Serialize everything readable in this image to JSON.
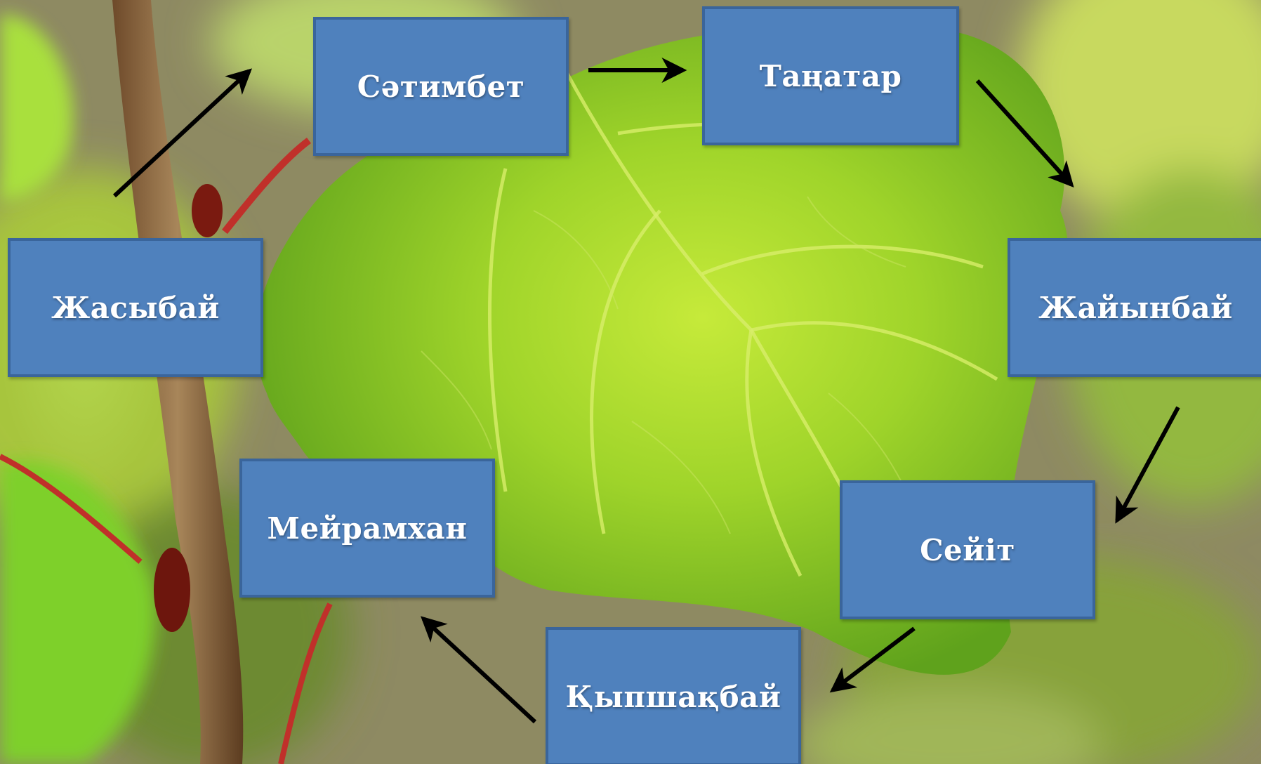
{
  "nodes": [
    {
      "id": "satimbet",
      "label": "Сәтимбет"
    },
    {
      "id": "tangatar",
      "label": "Таңатар"
    },
    {
      "id": "zhaiynbai",
      "label": "Жайынбай"
    },
    {
      "id": "seyit",
      "label": "Сейіт"
    },
    {
      "id": "kypshakbai",
      "label": "Қыпшақбай"
    },
    {
      "id": "meiramhan",
      "label": "Мейрамхан"
    },
    {
      "id": "zhasybai",
      "label": "Жасыбай"
    }
  ],
  "edges": [
    {
      "from": "satimbet",
      "to": "tangatar"
    },
    {
      "from": "tangatar",
      "to": "zhaiynbai"
    },
    {
      "from": "zhaiynbai",
      "to": "seyit"
    },
    {
      "from": "seyit",
      "to": "kypshakbai"
    },
    {
      "from": "kypshakbai",
      "to": "meiramhan"
    },
    {
      "from": "zhasybai",
      "to": "satimbet"
    }
  ],
  "colors": {
    "box_fill": "#4f81bd",
    "box_border": "#3a659b",
    "label_text": "#ffffff",
    "arrow": "#000000"
  },
  "background": "green leaf photograph"
}
